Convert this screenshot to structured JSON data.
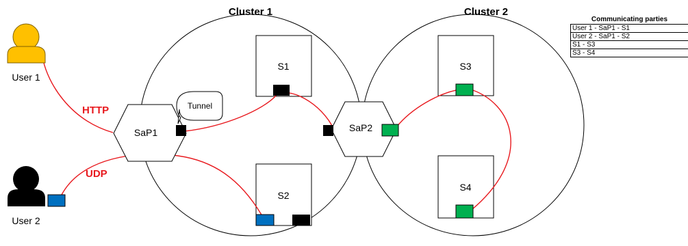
{
  "clusters": [
    {
      "title": "Cluster 1"
    },
    {
      "title": "Cluster 2"
    }
  ],
  "users": [
    {
      "label": "User 1",
      "color": "#ffc000"
    },
    {
      "label": "User 2",
      "color": "#000000"
    }
  ],
  "hubs": [
    {
      "label": "SaP1"
    },
    {
      "label": "SaP2"
    }
  ],
  "services": [
    {
      "label": "S1"
    },
    {
      "label": "S2"
    },
    {
      "label": "S3"
    },
    {
      "label": "S4"
    }
  ],
  "callout": {
    "label": "Tunnel"
  },
  "protocols": {
    "http": "HTTP",
    "udp": "UDP"
  },
  "colors": {
    "link": "#e8191e",
    "port_black": "#000000",
    "port_blue": "#0070c0",
    "port_green": "#00b050",
    "hub_fill": "#ffffff"
  },
  "legend": {
    "title": "Communicating parties",
    "rows": [
      "User 1 - SaP1 - S1",
      "User 2 - SaP1 - S2",
      "S1 - S3",
      "S3 - S4"
    ]
  }
}
